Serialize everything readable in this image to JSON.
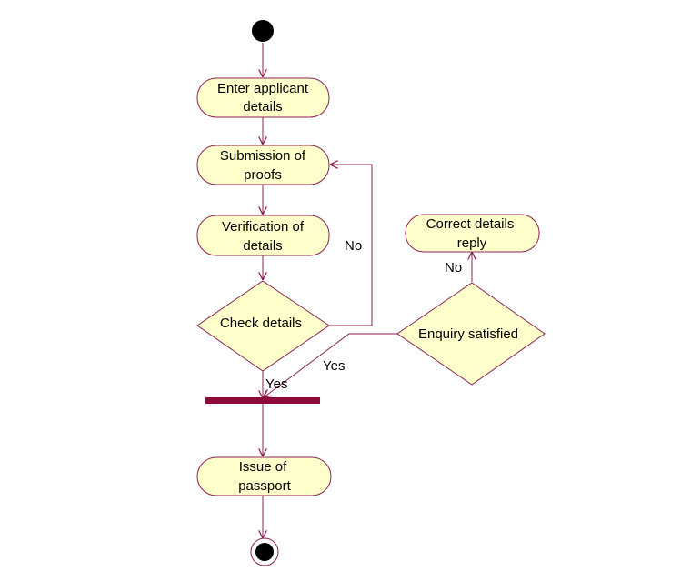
{
  "colors": {
    "line": "#8b2252",
    "node_fill": "#ffffcc",
    "fork_bar": "#8b0a3a",
    "initial": "#000000",
    "text": "#000000"
  },
  "nodes": {
    "enter_details": {
      "line1": "Enter applicant",
      "line2": "details"
    },
    "submission": {
      "line1": "Submission of",
      "line2": "proofs"
    },
    "verification": {
      "line1": "Verification of",
      "line2": "details"
    },
    "check_details": {
      "label": "Check details"
    },
    "enquiry": {
      "label": "Enquiry satisfied"
    },
    "correct_details": {
      "line1": "Correct details",
      "line2": "reply"
    },
    "issue": {
      "line1": "Issue of",
      "line2": "passport"
    }
  },
  "edge_labels": {
    "check_no": "No",
    "check_yes": "Yes",
    "enquiry_no": "No",
    "enquiry_yes": "Yes"
  }
}
